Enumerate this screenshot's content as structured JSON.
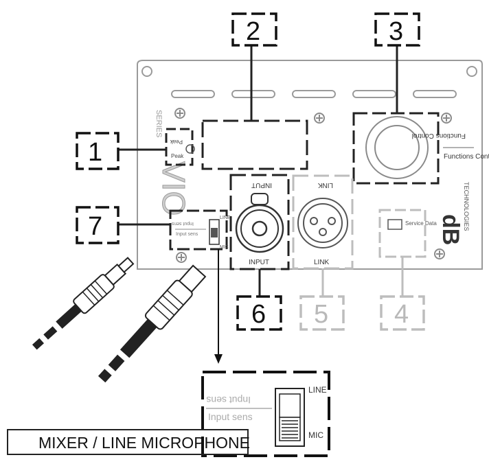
{
  "callouts": [
    "1",
    "2",
    "3",
    "4",
    "5",
    "6",
    "7"
  ],
  "panel": {
    "peak_label": "Peak",
    "peak_label_mirror": "Peak",
    "functions_control": "Functions Control",
    "functions_control_mirror": "Functions Control",
    "input_top": "INPUT",
    "input_bottom": "INPUT",
    "link_top": "LINK",
    "link_bottom": "LINK",
    "service_data": "Service Data",
    "brand_logo": "dB",
    "brand_name": "TECHNOLOGIES",
    "model_name": "VIO",
    "series_name": "SERIES",
    "sens_line": "LINE",
    "sens_mic": "MIC",
    "input_sens": "Input sens"
  },
  "zoom": {
    "input_sens_mirror": "Input sens",
    "input_sens": "Input sens",
    "line": "LINE",
    "mic": "MIC"
  },
  "caption": "MIXER / LINE MICROPHONE"
}
